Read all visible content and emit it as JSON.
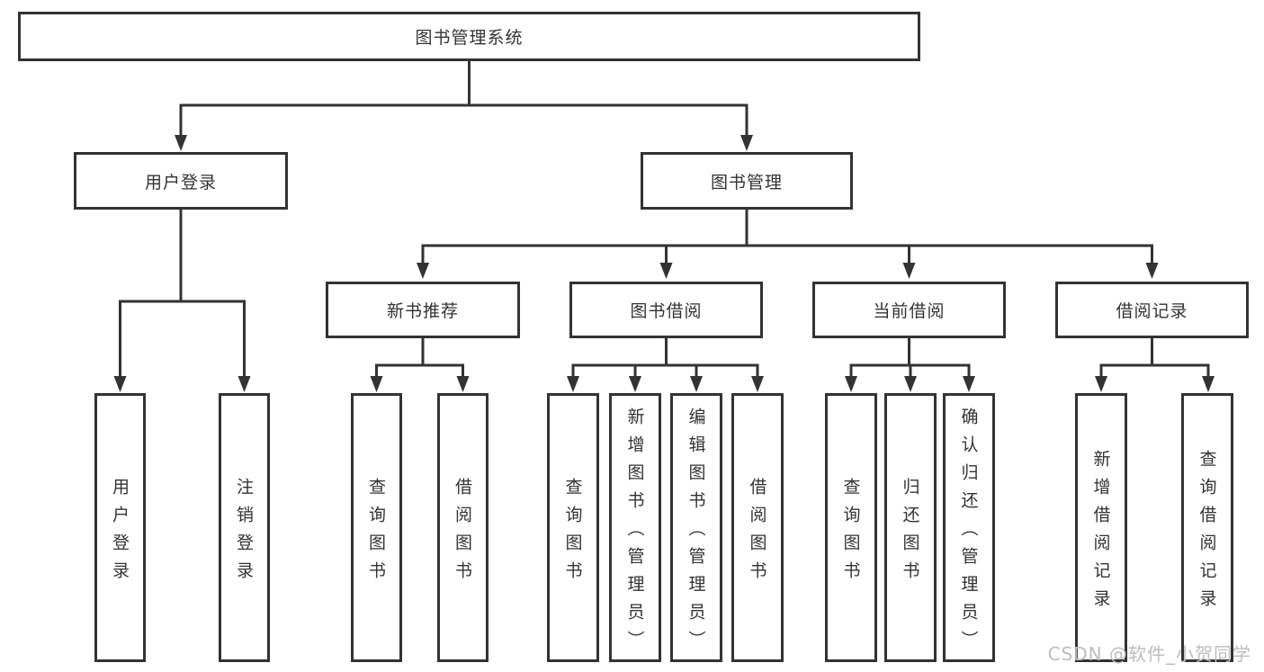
{
  "diagram_title": "图书管理系统",
  "tree": {
    "root": {
      "label": "图书管理系统"
    },
    "children": [
      {
        "label": "用户登录",
        "children": [
          {
            "label": "用户登录"
          },
          {
            "label": "注销登录"
          }
        ]
      },
      {
        "label": "图书管理",
        "children": [
          {
            "label": "新书推荐",
            "children": [
              {
                "label": "查询图书"
              },
              {
                "label": "借阅图书"
              }
            ]
          },
          {
            "label": "图书借阅",
            "children": [
              {
                "label": "查询图书"
              },
              {
                "label": "新增图书（管理员）"
              },
              {
                "label": "编辑图书（管理员）"
              },
              {
                "label": "借阅图书"
              }
            ]
          },
          {
            "label": "当前借阅",
            "children": [
              {
                "label": "查询图书"
              },
              {
                "label": "归还图书"
              },
              {
                "label": "确认归还（管理员）"
              }
            ]
          },
          {
            "label": "借阅记录",
            "children": [
              {
                "label": "新增借阅记录"
              },
              {
                "label": "查询借阅记录"
              }
            ]
          }
        ]
      }
    ]
  },
  "watermark": "CSDN @软件_小贺同学",
  "colors": {
    "line": "#333333",
    "box_border": "#333333",
    "text": "#333333",
    "box_background": "#ffffff",
    "page_background": "#ffffff",
    "watermark": "#bdbdbd"
  }
}
